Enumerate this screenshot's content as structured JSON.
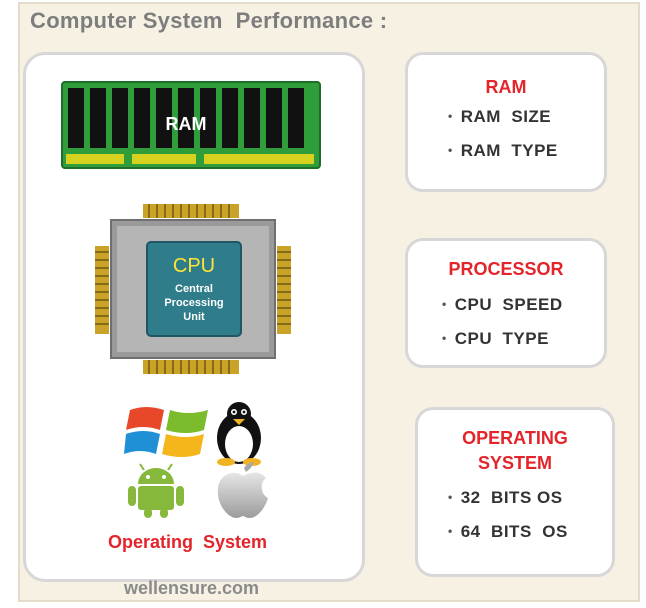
{
  "title": "Computer System  Performance :",
  "left_panel": {
    "ram_label": "RAM",
    "cpu_title": "CPU",
    "cpu_sub1": "Central",
    "cpu_sub2": "Processing",
    "cpu_sub3": "Unit",
    "os_caption": "Operating  System"
  },
  "boxes": {
    "ram": {
      "title": "RAM",
      "items": [
        "RAM  SIZE",
        "RAM  TYPE"
      ]
    },
    "processor": {
      "title": "PROCESSOR",
      "items": [
        "CPU  SPEED",
        "CPU  TYPE"
      ]
    },
    "os": {
      "title_line1": "OPERATING",
      "title_line2": "SYSTEM",
      "items": [
        "32  BITS OS",
        "64  BITS  OS"
      ]
    }
  },
  "watermark": "wellensure.com",
  "colors": {
    "accent_red": "#e3242b",
    "ram_green": "#2e9d3a",
    "cpu_teal": "#2f7c8a"
  },
  "icons": [
    "ram-module-icon",
    "cpu-chip-icon",
    "windows-logo-icon",
    "linux-penguin-icon",
    "android-logo-icon",
    "apple-logo-icon"
  ]
}
